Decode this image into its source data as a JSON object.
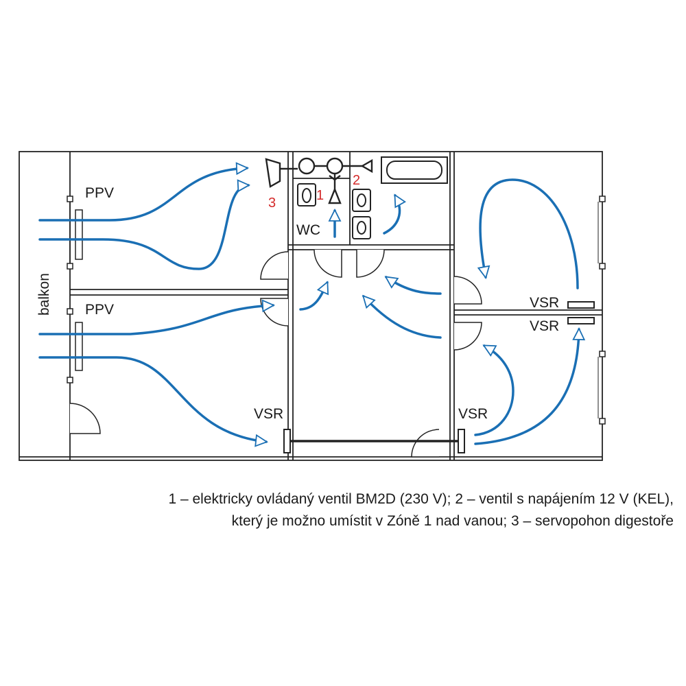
{
  "labels": {
    "balkon": "balkon",
    "ppv_top": "PPV",
    "ppv_bottom": "PPV",
    "wc": "WC",
    "vsr_left": "VSR",
    "vsr_center": "VSR",
    "vsr_right_upper": "VSR",
    "vsr_right_lower": "VSR"
  },
  "markers": {
    "m1": "1",
    "m2": "2",
    "m3": "3"
  },
  "caption": {
    "line1": "1 – elektricky ovládaný ventil BM2D (230 V); 2 – ventil s napájením 12 V (KEL),",
    "line2": "který je možno umístit v Zóně 1 nad vanou; 3 – servopohon digestoře"
  },
  "colors": {
    "wall": "#222222",
    "airflow": "#1a6fb4",
    "marker": "#d42a2a"
  }
}
